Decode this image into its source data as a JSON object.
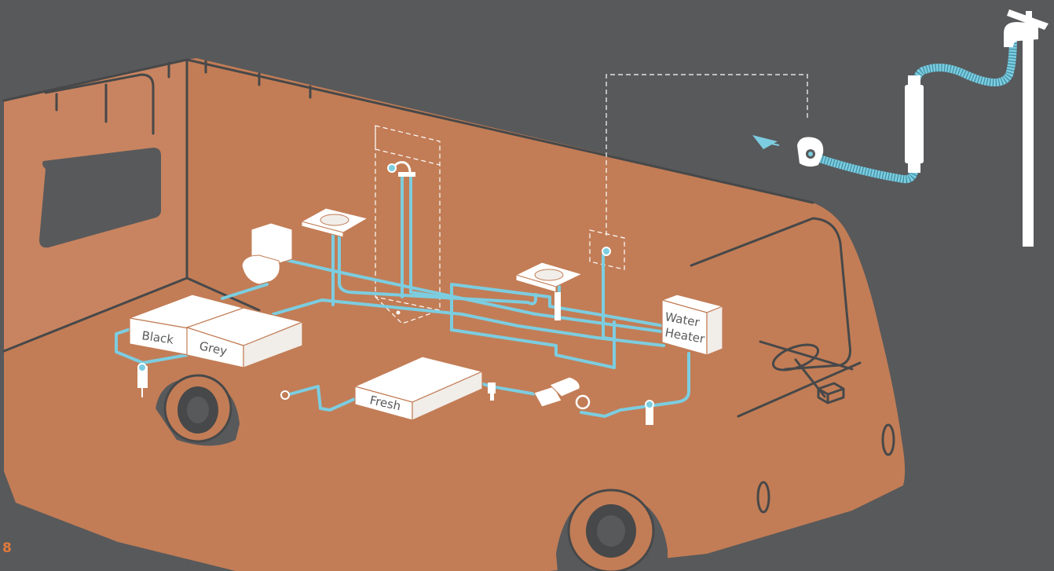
{
  "labels": {
    "black_tank": "Black",
    "grey_tank": "Grey",
    "fresh_tank": "Fresh",
    "water_heater_line1": "Water",
    "water_heater_line2": "Heater"
  },
  "page_number": "8",
  "colors": {
    "background": "#58595b",
    "rv_body": "#c27d56",
    "water_line": "#7ccde0",
    "outline": "#474849",
    "fixture": "#ffffff",
    "page_number": "#e07a3a"
  },
  "icons": {
    "city_water_inlet": "inlet-icon",
    "spigot": "faucet-icon",
    "flow_arrow": "arrow-left-icon"
  }
}
